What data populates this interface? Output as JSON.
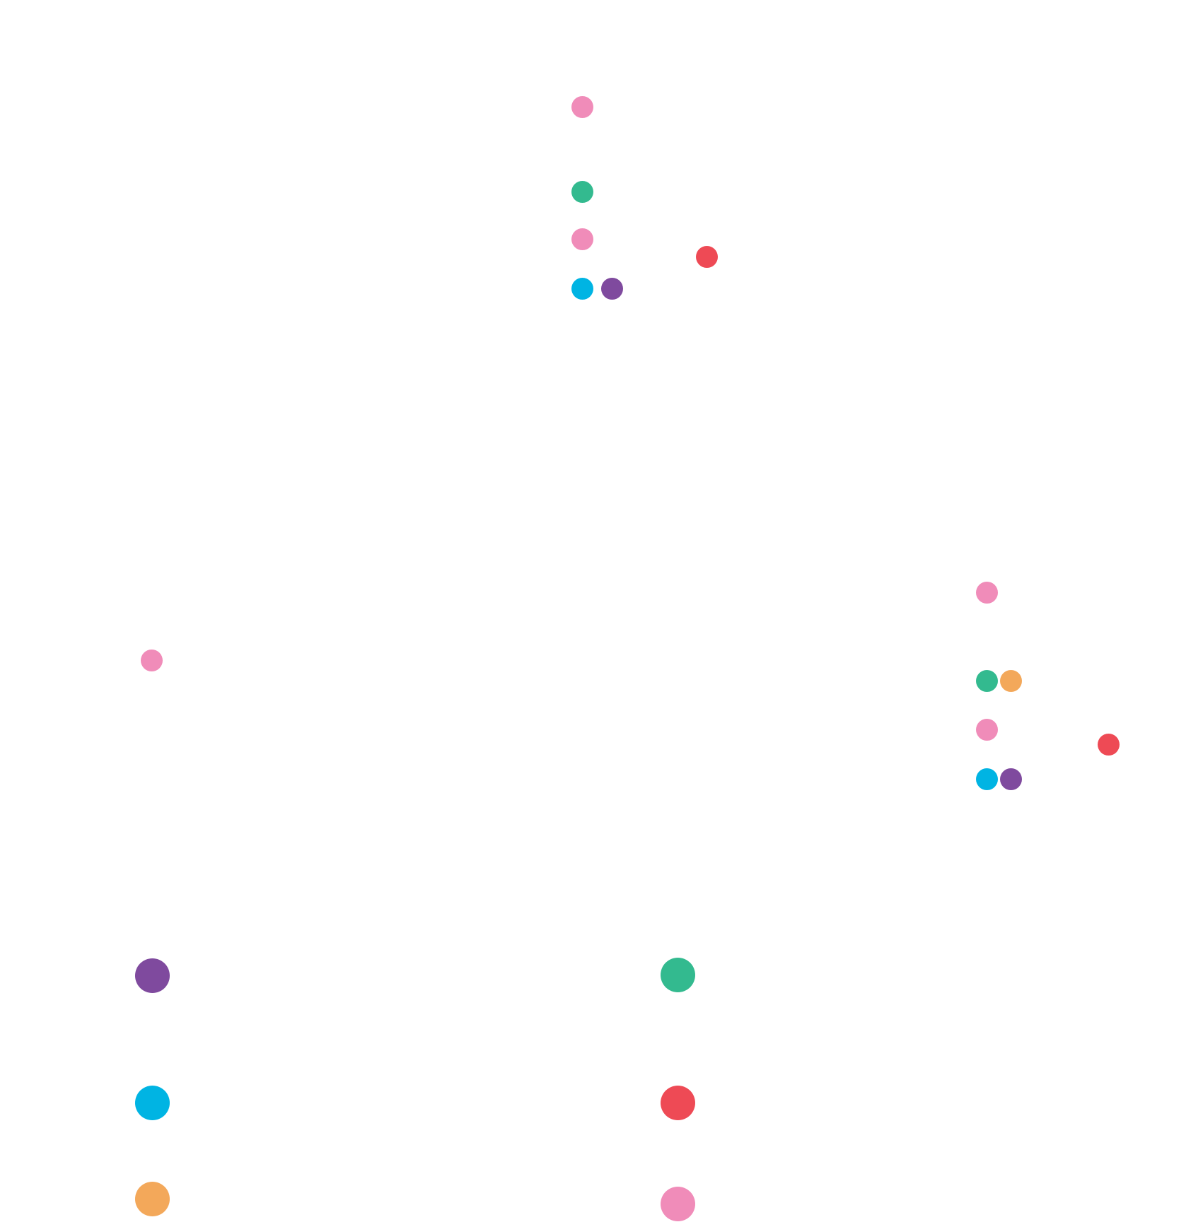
{
  "colors": {
    "pink": "#F08CB9",
    "green": "#33BA8F",
    "red": "#EE4A55",
    "cyan": "#00B4E3",
    "purple": "#7F4A9E",
    "orange": "#F3A85A"
  },
  "cluster_top": [
    {
      "color": "pink"
    },
    {
      "color": "green"
    },
    {
      "color": "pink"
    },
    {
      "color": "red"
    },
    {
      "color": "cyan"
    },
    {
      "color": "purple"
    }
  ],
  "cluster_right": [
    {
      "color": "pink"
    },
    {
      "color": "green"
    },
    {
      "color": "orange"
    },
    {
      "color": "pink"
    },
    {
      "color": "red"
    },
    {
      "color": "cyan"
    },
    {
      "color": "purple"
    }
  ],
  "lone_dot": {
    "color": "pink"
  },
  "legend": {
    "items": [
      {
        "color": "purple",
        "label": ""
      },
      {
        "color": "cyan",
        "label": ""
      },
      {
        "color": "orange",
        "label": ""
      },
      {
        "color": "green",
        "label": ""
      },
      {
        "color": "red",
        "label": ""
      },
      {
        "color": "pink",
        "label": ""
      }
    ]
  }
}
